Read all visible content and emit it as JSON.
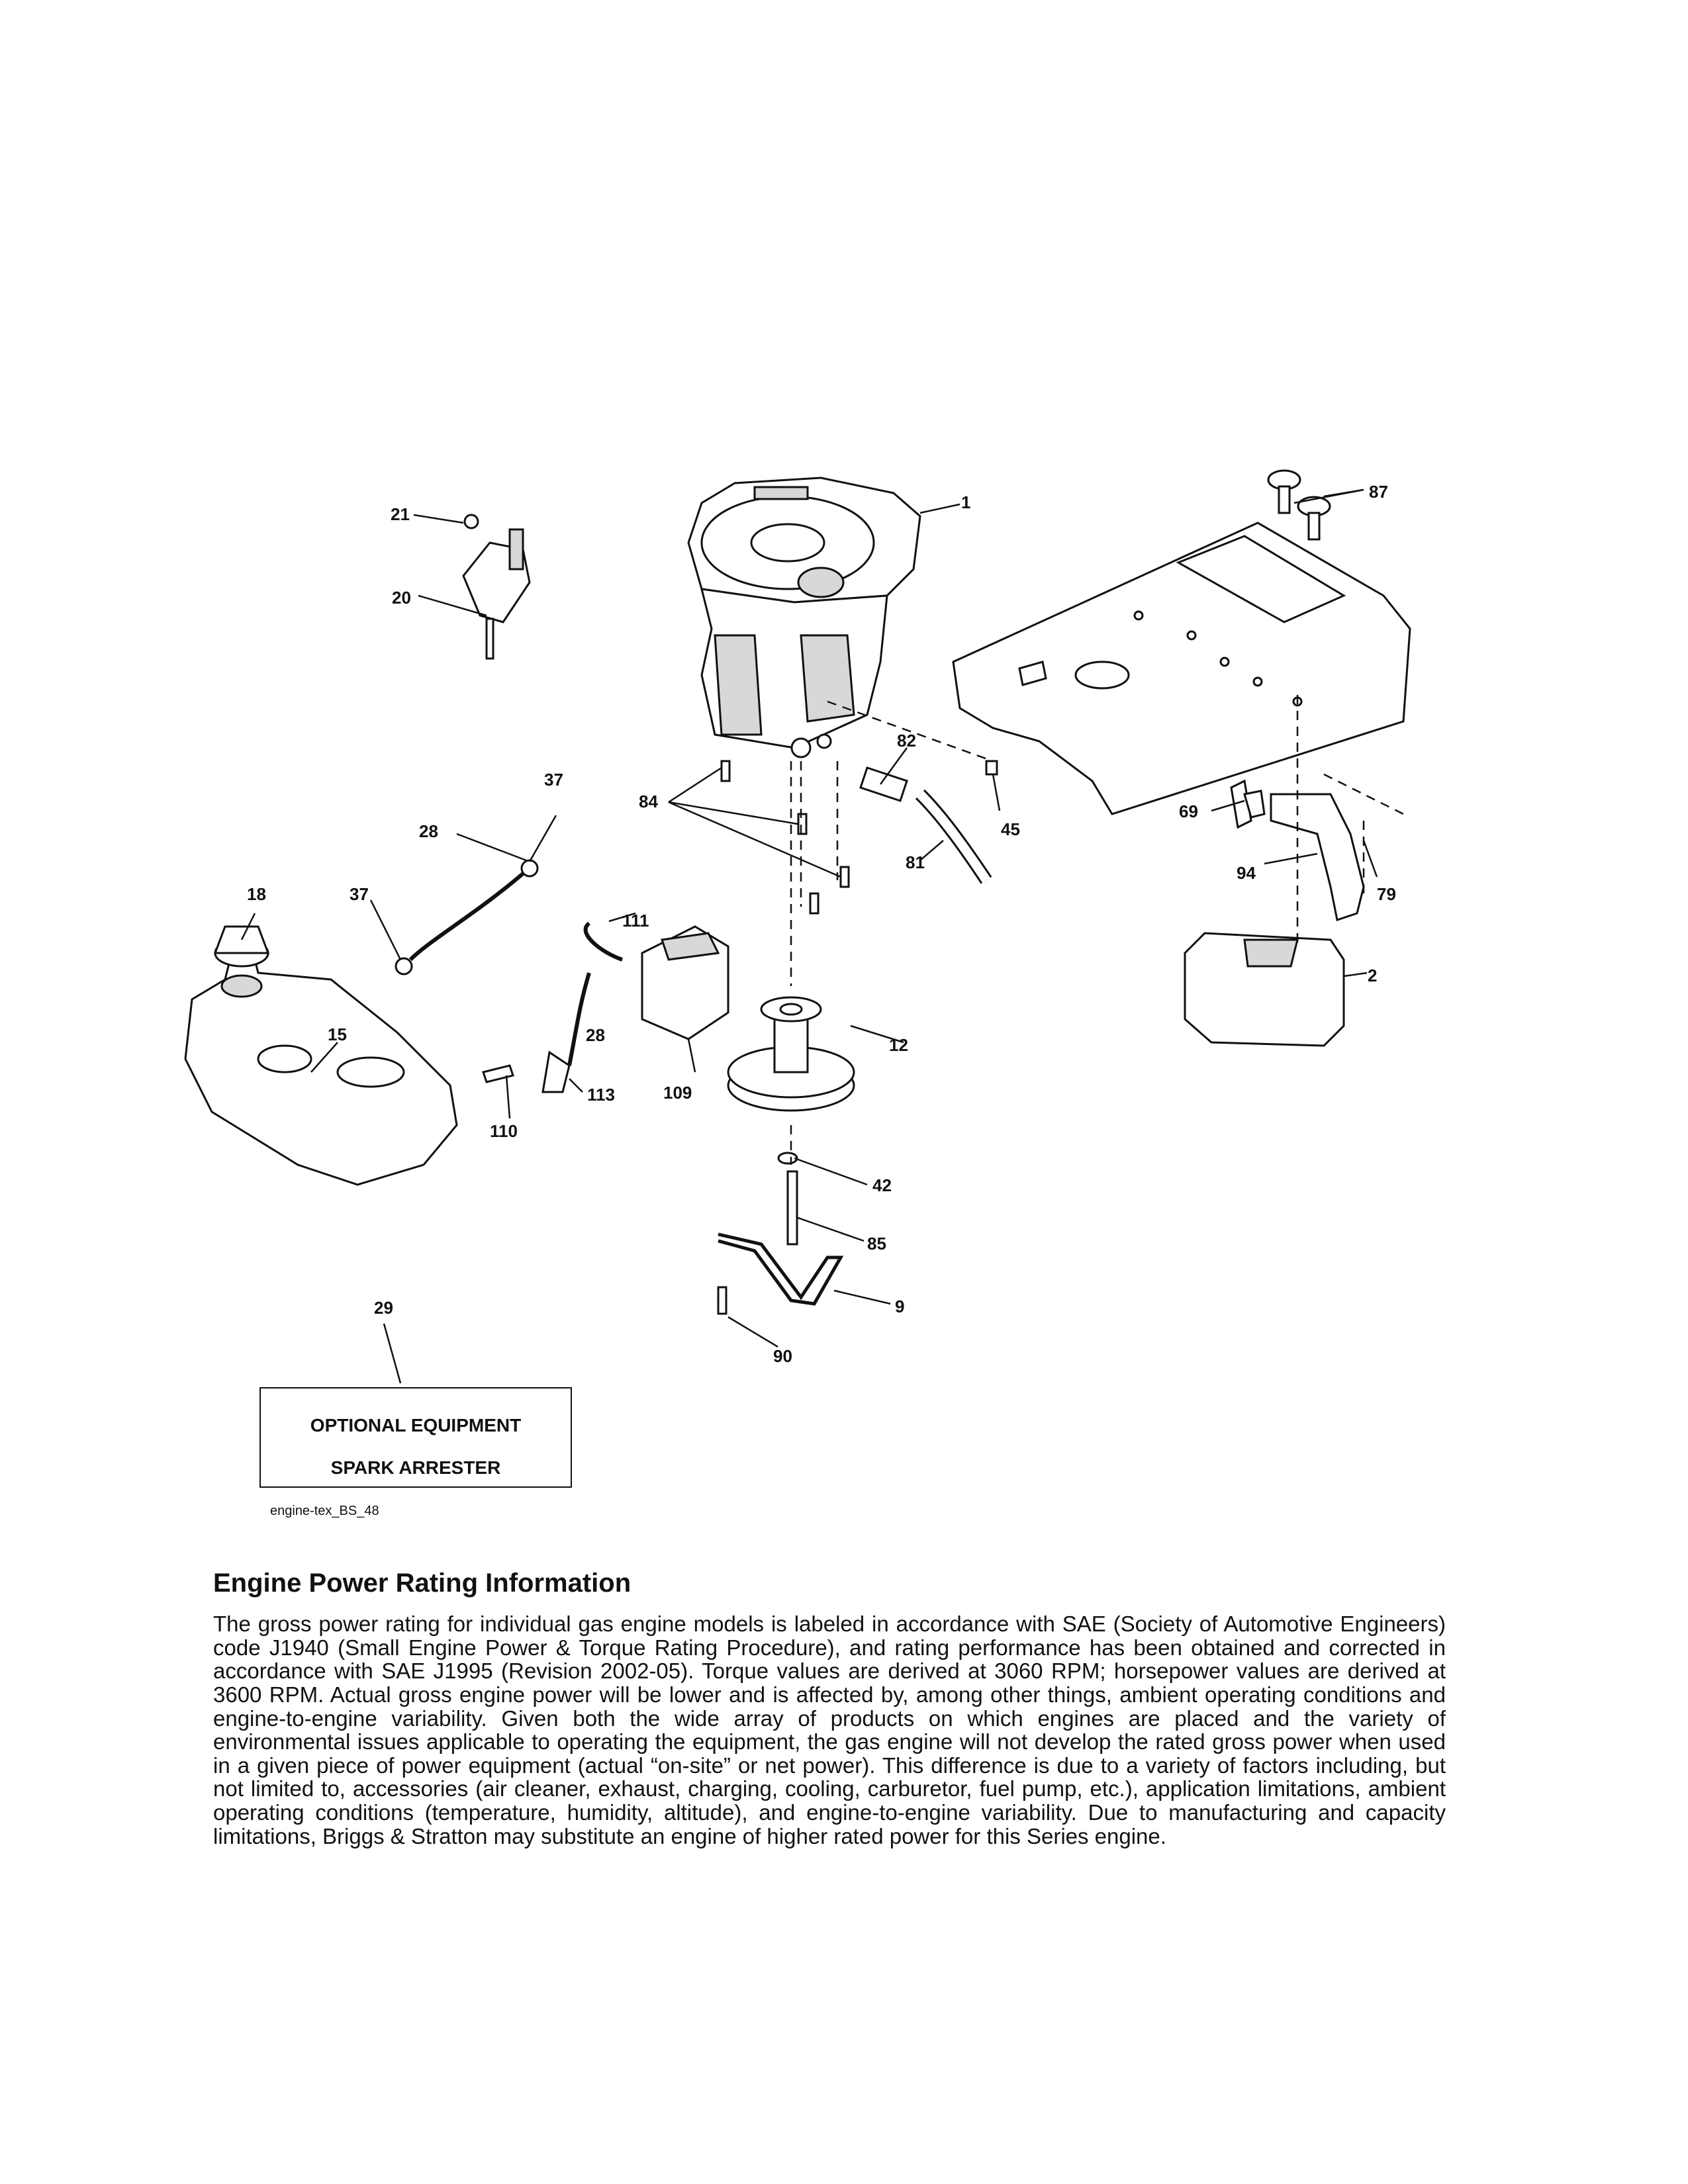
{
  "callouts": {
    "c1": "1",
    "c2": "2",
    "c9": "9",
    "c12": "12",
    "c15": "15",
    "c18": "18",
    "c20": "20",
    "c21": "21",
    "c28a": "28",
    "c28b": "28",
    "c29": "29",
    "c37a": "37",
    "c37b": "37",
    "c42": "42",
    "c45": "45",
    "c69": "69",
    "c79": "79",
    "c81": "81",
    "c82": "82",
    "c84": "84",
    "c85": "85",
    "c87": "87",
    "c90": "90",
    "c94": "94",
    "c109": "109",
    "c110": "110",
    "c111": "111",
    "c113": "113"
  },
  "optional_box": {
    "line1": "OPTIONAL EQUIPMENT",
    "line2": "SPARK ARRESTER"
  },
  "doc_id": "engine-tex_BS_48",
  "section": {
    "heading": "Engine Power Rating Information",
    "body": "The gross power rating for individual gas engine models is labeled in accordance with SAE (Society of Automotive Engineers) code J1940 (Small Engine Power & Torque Rating Procedure), and rating performance has been obtained and corrected in accordance with SAE J1995 (Revision 2002-05). Torque values are derived at 3060 RPM; horsepower values are derived at 3600 RPM. Actual gross engine power will be lower and is affected by, among other things, ambient operating conditions and engine-to-engine variability. Given both the wide array of products on which engines are placed and the variety of environmental issues applicable to operating the equipment, the gas engine will not develop the rated gross power when used in a given piece of power equipment (actual “on-site” or net power). This difference is due to a variety of factors including, but not limited to, accessories (air cleaner, exhaust, charging, cooling, carburetor, fuel pump, etc.), application limitations, ambient operating conditions (temperature, humidity, altitude), and engine-to-engine variability. Due to manufacturing and capacity limitations, Briggs & Stratton may substitute an engine of higher rated power for this Series engine."
  }
}
